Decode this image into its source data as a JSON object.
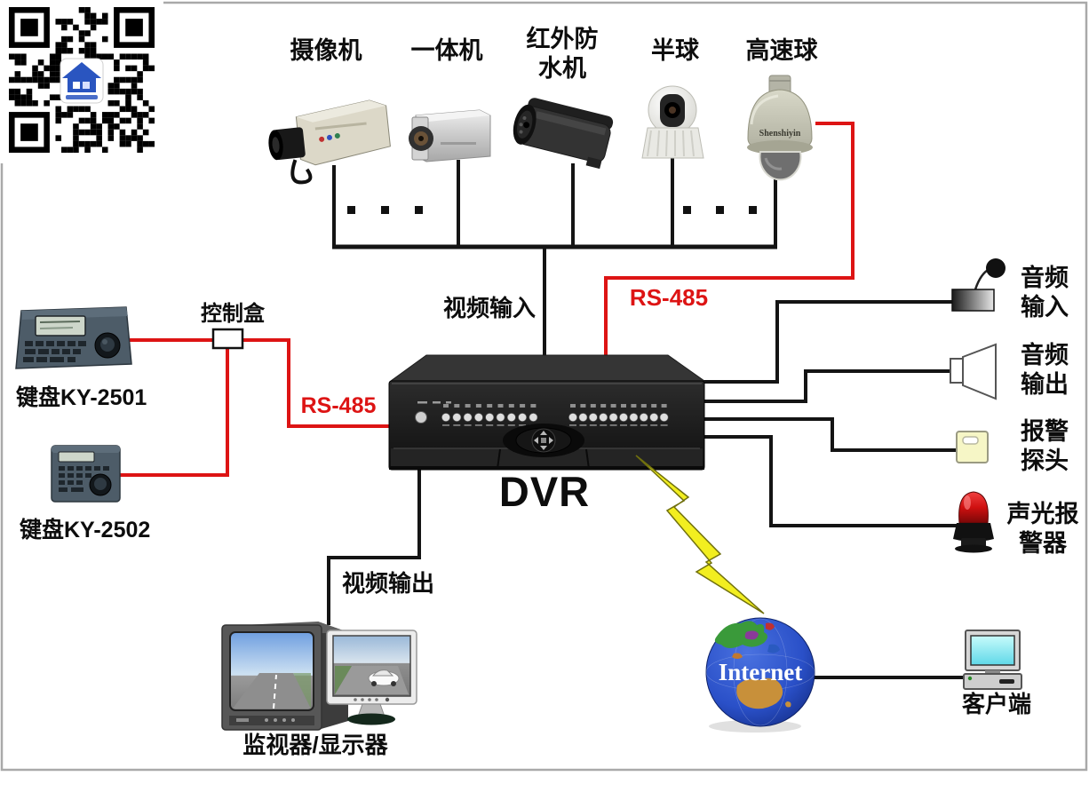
{
  "page": {
    "bg": "#ffffff",
    "frame_color": "#a9a9a9"
  },
  "colors": {
    "wire_black": "#141414",
    "wire_red": "#dd1414",
    "lightning_yellow": "#f2ee20",
    "globe_blue": "#2a50c8",
    "australia_tan": "#c8903a",
    "alarm_dome_red": "#cf1010",
    "sensor_yellow": "#f6f6c6",
    "client_screen_cyan": "#8ef0f0"
  },
  "cameras": [
    {
      "name": "box-camera",
      "label": "摄像机"
    },
    {
      "name": "allinone-camera",
      "label": "一体机"
    },
    {
      "name": "ir-waterproof-camera",
      "label_line1": "红外防",
      "label_line2": "水机"
    },
    {
      "name": "dome-camera",
      "label": "半球"
    },
    {
      "name": "speed-dome-camera",
      "label": "高速球",
      "brand": "Shenshiyin"
    }
  ],
  "wires": {
    "video_input_label": "视频输入",
    "rs485_top_label": "RS-485",
    "rs485_left_label": "RS-485",
    "video_output_label": "视频输出"
  },
  "left_side": {
    "keyboard1_label": "键盘KY-2501",
    "keyboard2_label": "键盘KY-2502",
    "control_box_label": "控制盒"
  },
  "dvr": {
    "label": "DVR"
  },
  "right_side": [
    {
      "name": "audio-input",
      "line1": "音频",
      "line2": "输入"
    },
    {
      "name": "audio-output",
      "line1": "音频",
      "line2": "输出"
    },
    {
      "name": "alarm-sensor",
      "line1": "报警",
      "line2": "探头"
    },
    {
      "name": "sound-light-alarm",
      "line1": "声光报",
      "line2": "警器"
    }
  ],
  "bottom": {
    "monitor_label": "监视器/显示器",
    "internet_label": "Internet",
    "client_label": "客户端"
  }
}
